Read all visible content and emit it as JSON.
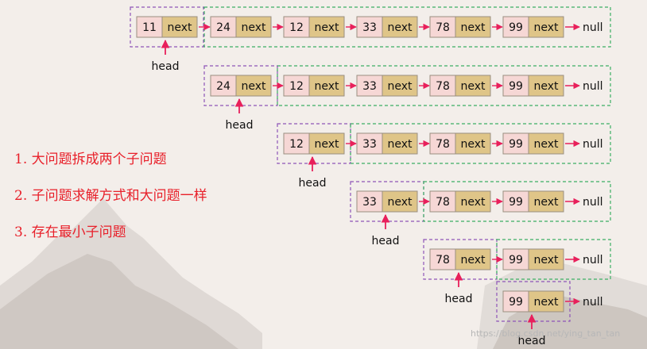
{
  "rows": [
    {
      "values": [
        "11",
        "24",
        "12",
        "33",
        "78",
        "99"
      ]
    },
    {
      "values": [
        "24",
        "12",
        "33",
        "78",
        "99"
      ]
    },
    {
      "values": [
        "12",
        "33",
        "78",
        "99"
      ]
    },
    {
      "values": [
        "33",
        "78",
        "99"
      ]
    },
    {
      "values": [
        "78",
        "99"
      ]
    },
    {
      "values": [
        "99"
      ]
    }
  ],
  "labels": {
    "next": "next",
    "null": "null",
    "head": "head"
  },
  "points": [
    "1. 大问题拆成两个子问题",
    "2. 子问题求解方式和大问题一样",
    "3. 存在最小子问题"
  ],
  "watermark": "https://blog.csdn.net/ying_tan_tan",
  "colors": {
    "node_value": "#f6d7d5",
    "node_next": "#dfc588",
    "arrow": "#e8205b",
    "head_box": "#8e54b8",
    "rest_box": "#3cae63",
    "points_text": "#e8202a"
  }
}
